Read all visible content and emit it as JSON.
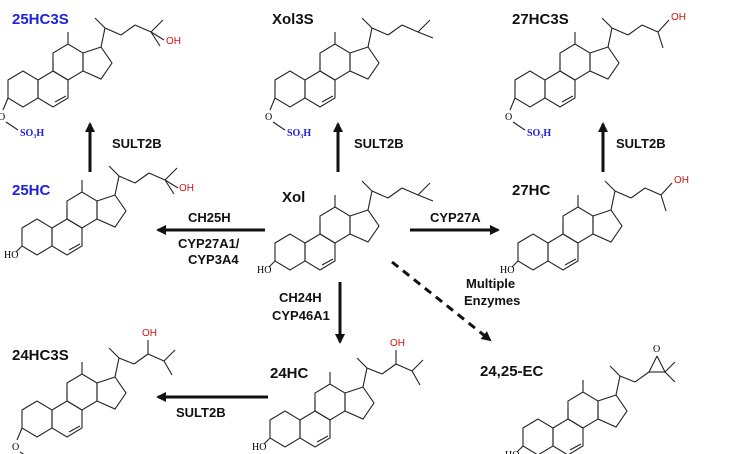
{
  "compounds": {
    "c25hc3s": "25HC3S",
    "xol3s": "Xol3S",
    "c27hc3s": "27HC3S",
    "c25hc": "25HC",
    "xol": "Xol",
    "c27hc": "27HC",
    "c24hc3s": "24HC3S",
    "c24hc": "24HC",
    "c2425ec": "24,25-EC"
  },
  "enzymes": {
    "sult2b_left": "SULT2B",
    "sult2b_mid": "SULT2B",
    "sult2b_right": "SULT2B",
    "sult2b_bottom": "SULT2B",
    "ch25h": "CH25H",
    "cyp27a1_line1": "CYP27A1/",
    "cyp27a1_line2": "CYP3A4",
    "cyp27a": "CYP27A",
    "ch24h": "CH24H",
    "cyp46a1": "CYP46A1",
    "multiple_line1": "Multiple",
    "multiple_line2": "Enzymes"
  },
  "atoms": {
    "ho": "HO",
    "oh": "OH",
    "o": "O",
    "so3h": "SO₃H"
  },
  "colors": {
    "blue_label": "#1e22d8",
    "hydroxyl_red": "#cc1111",
    "hydroxyl_blue": "#2a3ad8",
    "text": "#111111"
  }
}
